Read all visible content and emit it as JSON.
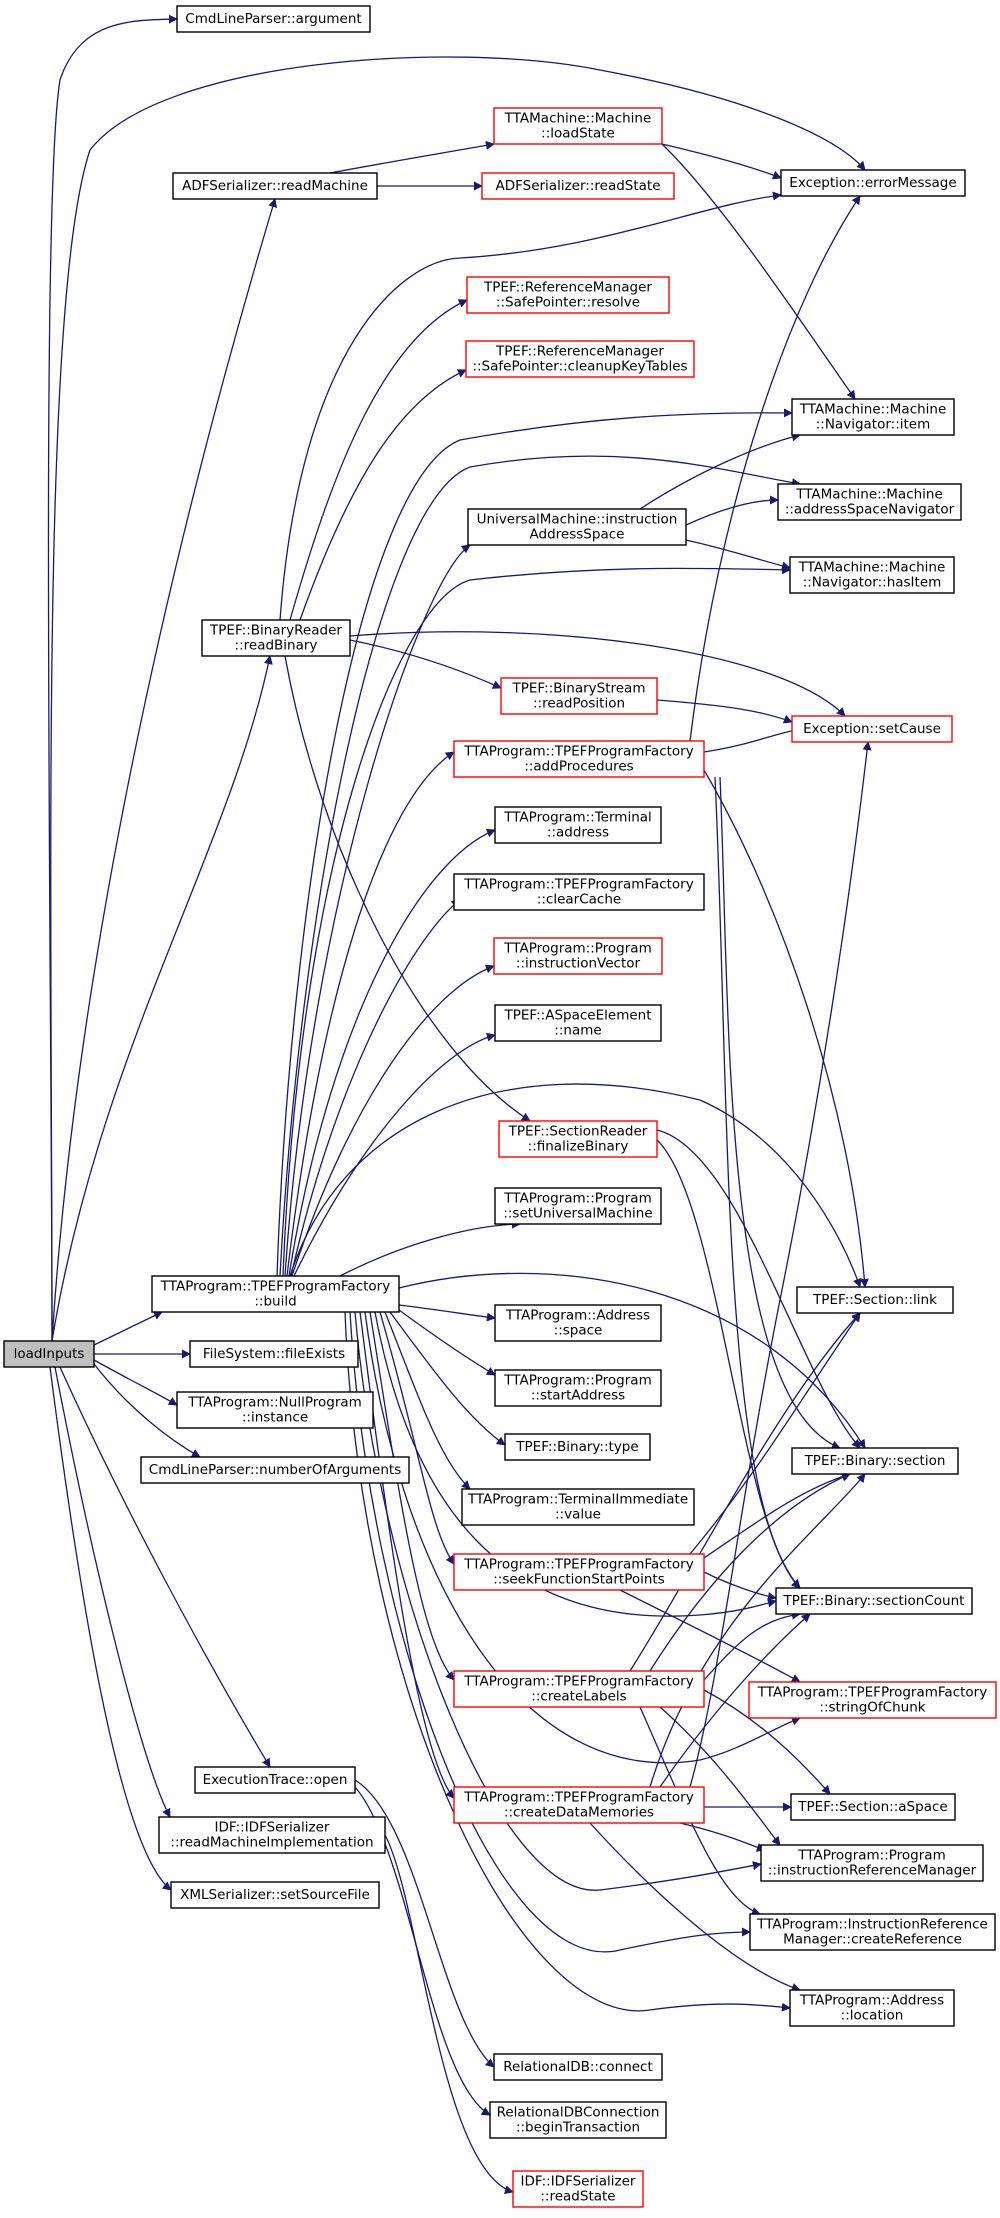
{
  "diagram": {
    "type": "call-graph",
    "root": "loadInputs",
    "colors": {
      "edge": "#191970",
      "node_border": "#000000",
      "truncated_border": "#ff0000",
      "root_fill": "#bfbfbf"
    },
    "nodes": [
      {
        "id": "loadInputs",
        "lines": [
          "loadInputs"
        ],
        "style": "root"
      },
      {
        "id": "cmdArg",
        "lines": [
          "CmdLineParser::argument"
        ],
        "style": "std"
      },
      {
        "id": "adfReadMachine",
        "lines": [
          "ADFSerializer::readMachine"
        ],
        "style": "std"
      },
      {
        "id": "tpefReadBinary",
        "lines": [
          "TPEF::BinaryReader",
          "::readBinary"
        ],
        "style": "std"
      },
      {
        "id": "tpefBuild",
        "lines": [
          "TTAProgram::TPEFProgramFactory",
          "::build"
        ],
        "style": "std"
      },
      {
        "id": "fileExists",
        "lines": [
          "FileSystem::fileExists"
        ],
        "style": "std"
      },
      {
        "id": "nullInstance",
        "lines": [
          "TTAProgram::NullProgram",
          "::instance"
        ],
        "style": "std"
      },
      {
        "id": "numArgs",
        "lines": [
          "CmdLineParser::numberOfArguments"
        ],
        "style": "std"
      },
      {
        "id": "execOpen",
        "lines": [
          "ExecutionTrace::open"
        ],
        "style": "std"
      },
      {
        "id": "idfReadImpl",
        "lines": [
          "IDF::IDFSerializer",
          "::readMachineImplementation"
        ],
        "style": "std"
      },
      {
        "id": "xmlSetSource",
        "lines": [
          "XMLSerializer::setSourceFile"
        ],
        "style": "std"
      },
      {
        "id": "machLoadState",
        "lines": [
          "TTAMachine::Machine",
          "::loadState"
        ],
        "style": "trunc"
      },
      {
        "id": "adfReadState",
        "lines": [
          "ADFSerializer::readState"
        ],
        "style": "trunc"
      },
      {
        "id": "excErrorMessage",
        "lines": [
          "Exception::errorMessage"
        ],
        "style": "std"
      },
      {
        "id": "refResolve",
        "lines": [
          "TPEF::ReferenceManager",
          "::SafePointer::resolve"
        ],
        "style": "trunc"
      },
      {
        "id": "refCleanup",
        "lines": [
          "TPEF::ReferenceManager",
          "::SafePointer::cleanupKeyTables"
        ],
        "style": "trunc"
      },
      {
        "id": "navItem",
        "lines": [
          "TTAMachine::Machine",
          "::Navigator::item"
        ],
        "style": "std"
      },
      {
        "id": "umInstrSpace",
        "lines": [
          "UniversalMachine::instruction",
          "AddressSpace"
        ],
        "style": "std"
      },
      {
        "id": "asNavigator",
        "lines": [
          "TTAMachine::Machine",
          "::addressSpaceNavigator"
        ],
        "style": "std"
      },
      {
        "id": "navHasItem",
        "lines": [
          "TTAMachine::Machine",
          "::Navigator::hasItem"
        ],
        "style": "std"
      },
      {
        "id": "bsReadPos",
        "lines": [
          "TPEF::BinaryStream",
          "::readPosition"
        ],
        "style": "trunc"
      },
      {
        "id": "excSetCause",
        "lines": [
          "Exception::setCause"
        ],
        "style": "trunc"
      },
      {
        "id": "addProcs",
        "lines": [
          "TTAProgram::TPEFProgramFactory",
          "::addProcedures"
        ],
        "style": "trunc"
      },
      {
        "id": "termAddress",
        "lines": [
          "TTAProgram::Terminal",
          "::address"
        ],
        "style": "std"
      },
      {
        "id": "clearCache",
        "lines": [
          "TTAProgram::TPEFProgramFactory",
          "::clearCache"
        ],
        "style": "std"
      },
      {
        "id": "instrVector",
        "lines": [
          "TTAProgram::Program",
          "::instructionVector"
        ],
        "style": "trunc"
      },
      {
        "id": "aspaceName",
        "lines": [
          "TPEF::ASpaceElement",
          "::name"
        ],
        "style": "std"
      },
      {
        "id": "finalizeBinary",
        "lines": [
          "TPEF::SectionReader",
          "::finalizeBinary"
        ],
        "style": "trunc"
      },
      {
        "id": "setUM",
        "lines": [
          "TTAProgram::Program",
          "::setUniversalMachine"
        ],
        "style": "std"
      },
      {
        "id": "secLink",
        "lines": [
          "TPEF::Section::link"
        ],
        "style": "std"
      },
      {
        "id": "addrSpace",
        "lines": [
          "TTAProgram::Address",
          "::space"
        ],
        "style": "std"
      },
      {
        "id": "startAddr",
        "lines": [
          "TTAProgram::Program",
          "::startAddress"
        ],
        "style": "std"
      },
      {
        "id": "binType",
        "lines": [
          "TPEF::Binary::type"
        ],
        "style": "std"
      },
      {
        "id": "binSection",
        "lines": [
          "TPEF::Binary::section"
        ],
        "style": "std"
      },
      {
        "id": "tiValue",
        "lines": [
          "TTAProgram::TerminalImmediate",
          "::value"
        ],
        "style": "std"
      },
      {
        "id": "seekFSP",
        "lines": [
          "TTAProgram::TPEFProgramFactory",
          "::seekFunctionStartPoints"
        ],
        "style": "trunc"
      },
      {
        "id": "secCount",
        "lines": [
          "TPEF::Binary::sectionCount"
        ],
        "style": "std"
      },
      {
        "id": "stringOfChunk",
        "lines": [
          "TTAProgram::TPEFProgramFactory",
          "::stringOfChunk"
        ],
        "style": "trunc"
      },
      {
        "id": "createLabels",
        "lines": [
          "TTAProgram::TPEFProgramFactory",
          "::createLabels"
        ],
        "style": "trunc"
      },
      {
        "id": "secASpace",
        "lines": [
          "TPEF::Section::aSpace"
        ],
        "style": "std"
      },
      {
        "id": "createDataMem",
        "lines": [
          "TTAProgram::TPEFProgramFactory",
          "::createDataMemories"
        ],
        "style": "trunc"
      },
      {
        "id": "irm",
        "lines": [
          "TTAProgram::Program",
          "::instructionReferenceManager"
        ],
        "style": "std"
      },
      {
        "id": "createRef",
        "lines": [
          "TTAProgram::InstructionReference",
          "Manager::createReference"
        ],
        "style": "std"
      },
      {
        "id": "addrLocation",
        "lines": [
          "TTAProgram::Address",
          "::location"
        ],
        "style": "std"
      },
      {
        "id": "dbConnect",
        "lines": [
          "RelationalDB::connect"
        ],
        "style": "std"
      },
      {
        "id": "dbBeginTx",
        "lines": [
          "RelationalDBConnection",
          "::beginTransaction"
        ],
        "style": "std"
      },
      {
        "id": "idfReadState",
        "lines": [
          "IDF::IDFSerializer",
          "::readState"
        ],
        "style": "trunc"
      }
    ]
  }
}
